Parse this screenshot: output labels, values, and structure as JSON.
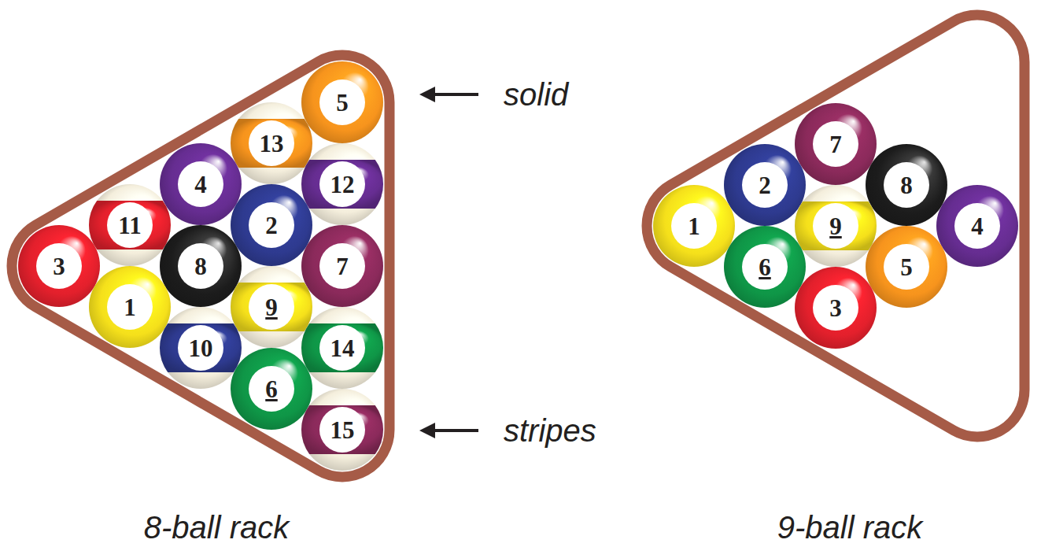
{
  "diagram": {
    "nodes": [
      {
        "text": [
          "8-ball rack"
        ]
      },
      {
        "text": [
          "5"
        ],
        "in": 0
      },
      {
        "text": [
          "13"
        ],
        "in": 0
      },
      {
        "text": [
          "4"
        ],
        "in": 0
      },
      {
        "text": [
          "12"
        ],
        "in": 0
      },
      {
        "text": [
          "11"
        ],
        "in": 0
      },
      {
        "text": [
          "2"
        ],
        "in": 0
      },
      {
        "text": [
          "3"
        ],
        "in": 0
      },
      {
        "text": [
          "8"
        ],
        "in": 0
      },
      {
        "text": [
          "7"
        ],
        "in": 0
      },
      {
        "text": [
          "1"
        ],
        "in": 0
      },
      {
        "text": [
          "9"
        ],
        "in": 0
      },
      {
        "text": [
          "10"
        ],
        "in": 0
      },
      {
        "text": [
          "14"
        ],
        "in": 0
      },
      {
        "text": [
          "6"
        ],
        "in": 0
      },
      {
        "text": [
          "15"
        ],
        "in": 0
      },
      {
        "text": [
          "9-ball rack"
        ]
      },
      {
        "text": [
          "7"
        ],
        "in": 16
      },
      {
        "text": [
          "2"
        ],
        "in": 16
      },
      {
        "text": [
          "8"
        ],
        "in": 16
      },
      {
        "text": [
          "1"
        ],
        "in": 16
      },
      {
        "text": [
          "9"
        ],
        "in": 16
      },
      {
        "text": [
          "4"
        ],
        "in": 16
      },
      {
        "text": [
          "6"
        ],
        "in": 16
      },
      {
        "text": [
          "5"
        ],
        "in": 16
      },
      {
        "text": [
          "3"
        ],
        "in": 16
      }
    ],
    "labels": [
      "solid",
      "stripes"
    ]
  }
}
